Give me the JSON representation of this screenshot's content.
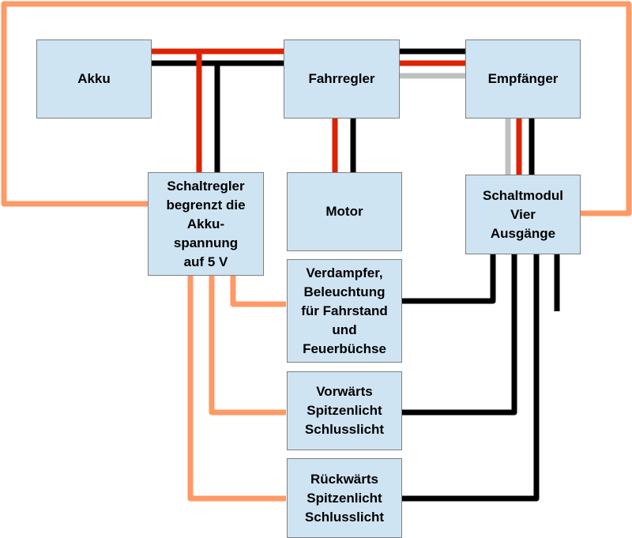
{
  "diagram": {
    "title": "",
    "wire_colors": {
      "plus": "#dd2200",
      "minus": "#000000",
      "signal": "#bfbfbf",
      "supply_5v": "#ff9966"
    },
    "box_fill": "#cfe4f3",
    "nodes": {
      "akku": "Akku",
      "fahrregler": "Fahrregler",
      "empfaenger": "Empfänger",
      "schaltregler": "Schaltregler\nbegrenzt die\nAkku-\nspannung\nauf 5 V",
      "motor": "Motor",
      "schaltmodul": "Schaltmodul\nVier\nAusgänge",
      "verdampfer": "Verdampfer,\nBeleuchtung\nfür Fahrstand\nund\nFeuerbüchse",
      "vorwaerts": "Vorwärts\nSpitzenlicht\nSchlusslicht",
      "rueckwaerts": "Rückwärts\nSpitzenlicht\nSchlusslicht"
    },
    "connections": [
      {
        "from": "akku",
        "to": "fahrregler",
        "wires": [
          "plus",
          "minus"
        ]
      },
      {
        "from": "akku",
        "to": "schaltregler",
        "wires": [
          "plus",
          "minus"
        ]
      },
      {
        "from": "fahrregler",
        "to": "empfaenger",
        "wires": [
          "minus",
          "plus",
          "signal"
        ]
      },
      {
        "from": "fahrregler",
        "to": "motor",
        "wires": [
          "plus",
          "minus"
        ]
      },
      {
        "from": "empfaenger",
        "to": "schaltmodul",
        "wires": [
          "signal",
          "plus",
          "minus"
        ]
      },
      {
        "from": "schaltregler",
        "to": "schaltmodul",
        "wires": [
          "supply_5v"
        ]
      },
      {
        "from": "schaltregler",
        "to": "verdampfer",
        "wires": [
          "supply_5v"
        ]
      },
      {
        "from": "schaltregler",
        "to": "vorwaerts",
        "wires": [
          "supply_5v"
        ]
      },
      {
        "from": "schaltregler",
        "to": "rueckwaerts",
        "wires": [
          "supply_5v"
        ]
      },
      {
        "from": "schaltmodul",
        "to": "verdampfer",
        "wires": [
          "minus"
        ]
      },
      {
        "from": "schaltmodul",
        "to": "vorwaerts",
        "wires": [
          "minus"
        ]
      },
      {
        "from": "schaltmodul",
        "to": "rueckwaerts",
        "wires": [
          "minus"
        ]
      },
      {
        "from": "schaltmodul",
        "to": "unconnected",
        "wires": [
          "minus"
        ]
      }
    ]
  }
}
